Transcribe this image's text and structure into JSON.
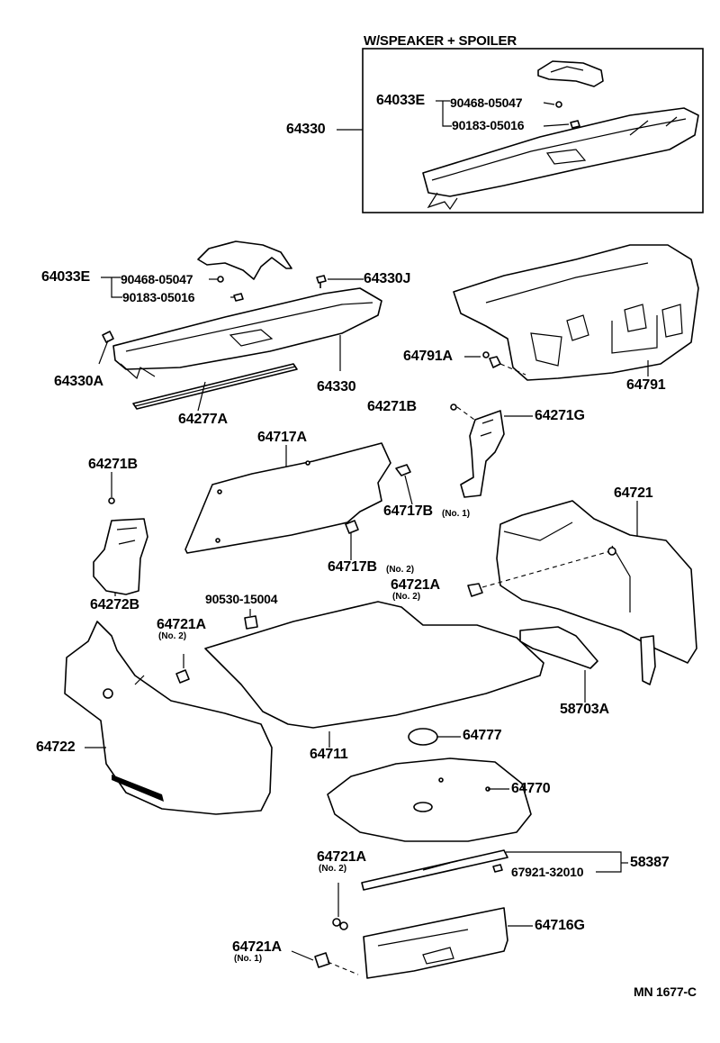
{
  "header": {
    "box_title": "W/SPEAKER + SPOILER"
  },
  "labels": {
    "p64033E_top": "64033E",
    "p90468_top": "90468-05047",
    "p90183_top": "90183-05016",
    "p64330_top": "64330",
    "p64033E_mid": "64033E",
    "p90468_mid": "90468-05047",
    "p90183_mid": "90183-05016",
    "p64330J": "64330J",
    "p64330A": "64330A",
    "p64330_mid": "64330",
    "p64277A": "64277A",
    "p64791A": "64791A",
    "p64791": "64791",
    "p64271B_right": "64271B",
    "p64271G": "64271G",
    "p64717A": "64717A",
    "p64717B_no1": "64717B",
    "p64717B_no1_sub": "(No. 1)",
    "p64717B_no2": "64717B",
    "p64717B_no2_sub": "(No. 2)",
    "p64271B_left": "64271B",
    "p64272B": "64272B",
    "p64721": "64721",
    "p64721A_right": "64721A",
    "p64721A_right_sub": "(No. 2)",
    "p90530": "90530-15004",
    "p64721A_left": "64721A",
    "p64721A_left_sub": "(No. 2)",
    "p58703A": "58703A",
    "p64722": "64722",
    "p64711": "64711",
    "p64777": "64777",
    "p64770": "64770",
    "p64721A_bot": "64721A",
    "p64721A_bot_sub": "(No. 2)",
    "p58387": "58387",
    "p67921": "67921-32010",
    "p64716G": "64716G",
    "p64721A_bot1": "64721A",
    "p64721A_bot1_sub": "(No. 1)"
  },
  "footer": {
    "code": "MN 1677-C"
  }
}
